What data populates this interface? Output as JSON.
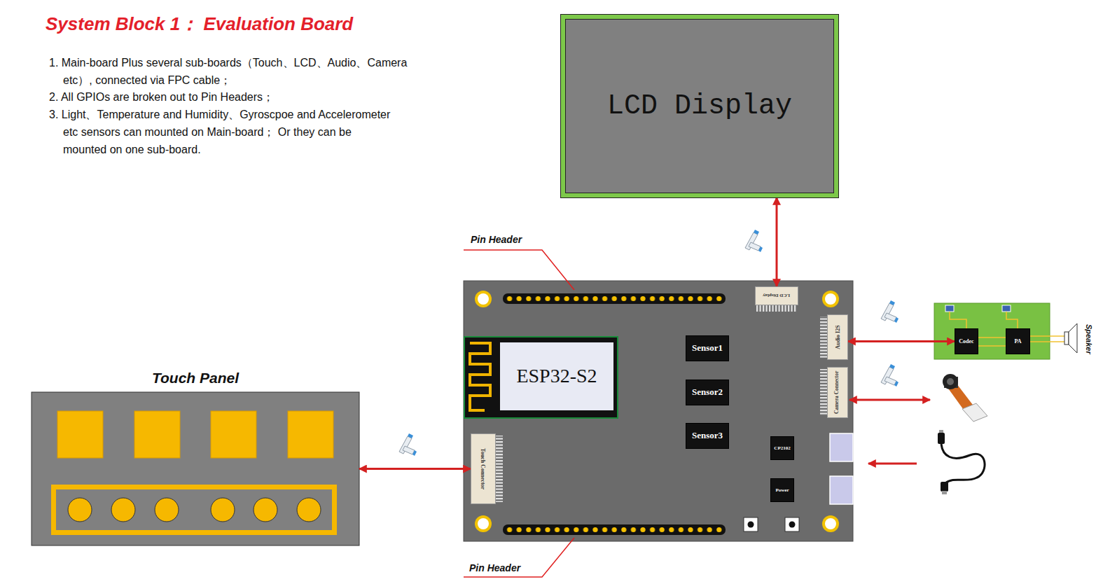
{
  "diagram": {
    "title": "System Block 1： Evaluation Board",
    "nodes": [
      {
        "text": [
          "LCD Display"
        ]
      },
      {
        "text": [
          "LCD Display"
        ]
      },
      {
        "text": [
          "ESP32-S2"
        ]
      },
      {
        "text": [
          "Sensor1"
        ]
      },
      {
        "text": [
          "Audio I2S"
        ]
      },
      {
        "text": [
          "Codec"
        ]
      },
      {
        "text": [
          "PA"
        ]
      },
      {
        "text": [
          "Sensor2"
        ]
      },
      {
        "text": [
          "Camera Connector"
        ]
      },
      {
        "text": [
          "Touch Panel"
        ]
      },
      {
        "text": [
          "Sensor3"
        ]
      },
      {
        "text": [
          "Touch Connector"
        ]
      },
      {
        "text": [
          "CP2102"
        ]
      },
      {
        "text": [
          "Power"
        ]
      }
    ],
    "edges": [
      {
        "from": 0,
        "to": 1,
        "arrow": "both"
      },
      {
        "from": 4,
        "to": 5,
        "arrow": "both"
      },
      {
        "from": 9,
        "to": 11,
        "arrow": "both"
      }
    ],
    "labels": [
      "1. Main-board Plus several sub-boards（Touch、LCD、Audio、Camera etc）, connected via FPC cable；",
      "2. All GPIOs are broken out to Pin Headers；",
      "3. Light、Temperature and Humidity、Gyroscpoe and Accelerometer etc sensors can mounted on Main-board； Or they can be mounted on one sub-board.",
      "Pin Header",
      "Pin Header",
      "Speaker"
    ]
  }
}
